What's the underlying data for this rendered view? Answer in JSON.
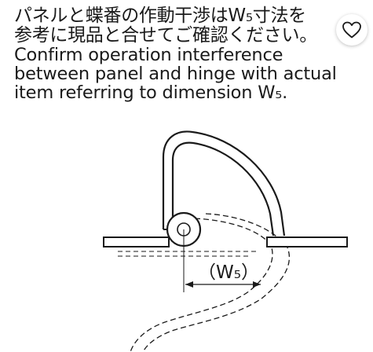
{
  "notice": {
    "jp_line1": "パネルと蝶番の作動干渉はW₅寸法を",
    "jp_line2": "参考に現品と合せてご確認ください。",
    "en_line1": "Confirm operation interference",
    "en_line2": "between panel and hinge with actual",
    "en_line3": "item referring to dimension W₅."
  },
  "diagram": {
    "dimension_label": "（W₅）"
  },
  "icons": {
    "favorite": "heart-outline-icon"
  },
  "colors": {
    "ink": "#1a1a1a",
    "background": "#ffffff"
  }
}
